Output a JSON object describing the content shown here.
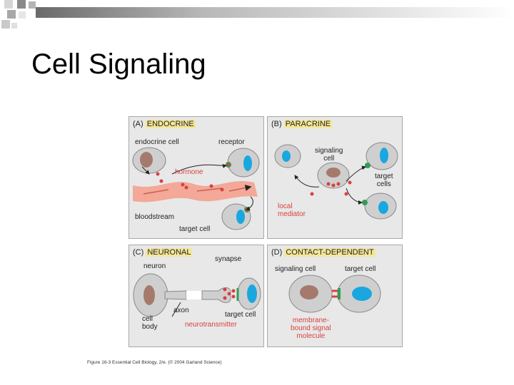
{
  "slide": {
    "title": "Cell Signaling"
  },
  "panels": {
    "a": {
      "letter": "(A)",
      "name": "ENDOCRINE",
      "endocrine_cell": "endocrine cell",
      "receptor": "receptor",
      "hormone": "hormone",
      "bloodstream": "bloodstream",
      "target_cell": "target cell"
    },
    "b": {
      "letter": "(B)",
      "name": "PARACRINE",
      "signaling_cell": "signaling\ncell",
      "target_cells": "target\ncells",
      "local_mediator": "local\nmediator"
    },
    "c": {
      "letter": "(C)",
      "name": "NEURONAL",
      "neuron": "neuron",
      "synapse": "synapse",
      "axon": "axon",
      "cell_body": "cell\nbody",
      "target_cell": "target cell",
      "neurotransmitter": "neurotransmitter"
    },
    "d": {
      "letter": "(D)",
      "name": "CONTACT-DEPENDENT",
      "signaling_cell": "signaling cell",
      "target_cell": "target cell",
      "membrane_signal": "membrane-\nbound signal\nmolecule"
    }
  },
  "caption": "Figure 16-3  Essential Cell Biology, 2/e. (© 2004 Garland Science)",
  "colors": {
    "cell_fill": "#cfcfcf",
    "nucleus_brown": "#a57a6c",
    "nucleus_blue": "#1aa7e0",
    "receptor_green": "#2e9e57",
    "signal_red": "#d9413f",
    "highlight": "#f4e79a",
    "bloodstream": "#f3a898"
  }
}
